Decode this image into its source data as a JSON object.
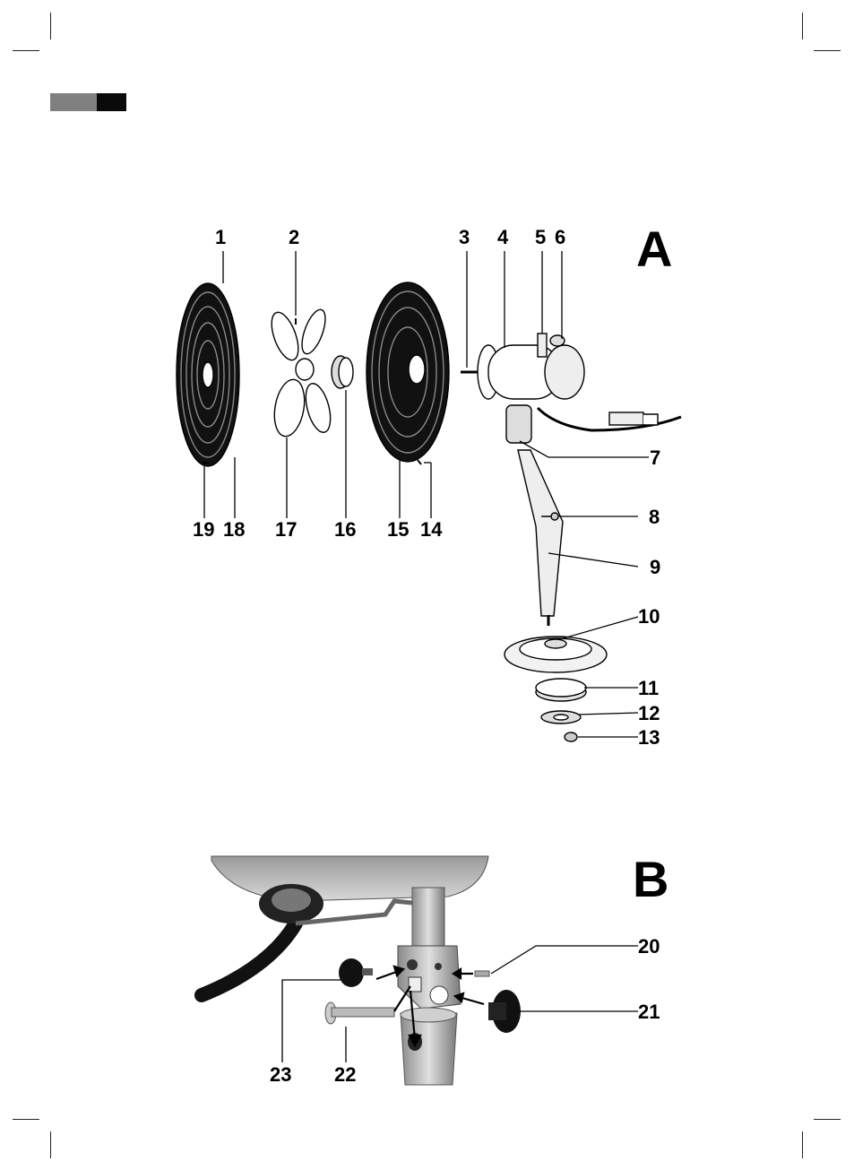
{
  "figures": [
    {
      "id": "A",
      "letter": "A",
      "labels": [
        "1",
        "2",
        "3",
        "4",
        "5",
        "6",
        "7",
        "8",
        "9",
        "10",
        "11",
        "12",
        "13",
        "14",
        "15",
        "16",
        "17",
        "18",
        "19"
      ]
    },
    {
      "id": "B",
      "letter": "B",
      "labels": [
        "20",
        "21",
        "22",
        "23"
      ]
    }
  ],
  "colors": {
    "header_gray": "#808080",
    "header_black": "#0a0a0a",
    "line": "#000000",
    "metal": "#b8b8b8"
  }
}
